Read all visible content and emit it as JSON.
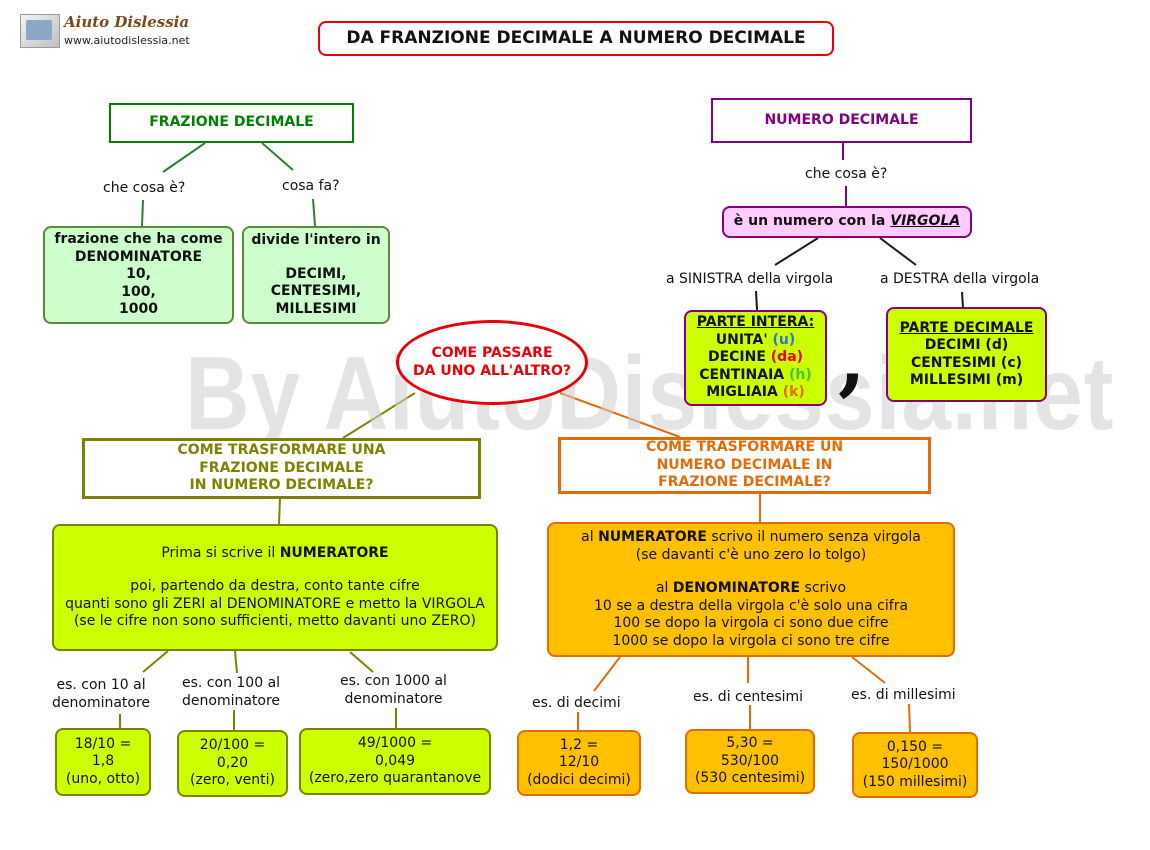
{
  "logo": {
    "name": "Aiuto Dislessia",
    "url": "www.aiutodislessia.net"
  },
  "title": "DA FRANZIONE DECIMALE A NUMERO DECIMALE",
  "watermark": "By AiutoDislessia.net",
  "frazione": {
    "header": "FRAZIONE DECIMALE",
    "q1": "che cosa è?",
    "q2": "cosa fa?",
    "box1": [
      "frazione che ha come",
      "DENOMINATORE",
      "10,",
      "100,",
      "1000"
    ],
    "box2": [
      "divide l'intero in",
      "",
      "DECIMI,",
      "CENTESIMI,",
      "MILLESIMI"
    ]
  },
  "numero": {
    "header": "NUMERO DECIMALE",
    "q": "che cosa è?",
    "def_prefix": "è un numero con la ",
    "def_word": "VIRGOLA",
    "left_label": "a SINISTRA della virgola",
    "right_label": "a DESTRA della virgola",
    "intera": {
      "title": "PARTE INTERA:",
      "rows": [
        {
          "name": "UNITA'",
          "abbr": "(u)",
          "color": "#2e75d6"
        },
        {
          "name": "DECINE",
          "abbr": "(da)",
          "color": "#e8000b"
        },
        {
          "name": "CENTINAIA",
          "abbr": "(h)",
          "color": "#3ec63e"
        },
        {
          "name": "MIGLIAIA",
          "abbr": "(k)",
          "color": "#e26b0a"
        }
      ]
    },
    "comma": ",",
    "decimale": {
      "title": "PARTE DECIMALE",
      "rows": [
        "DECIMI (d)",
        "CENTESIMI (c)",
        "MILLESIMI (m)"
      ]
    }
  },
  "come_passare": [
    "COME PASSARE",
    "DA UNO ALL'ALTRO?"
  ],
  "left_branch": {
    "header": [
      "COME TRASFORMARE UNA",
      "FRAZIONE DECIMALE",
      "IN NUMERO DECIMALE?"
    ],
    "explain": {
      "l1_prefix": "Prima si scrive il ",
      "l1_bold": "NUMERATORE",
      "l2": "poi, partendo da destra, conto tante cifre",
      "l3": "quanti sono gli ZERI al DENOMINATORE e metto la VIRGOLA",
      "l4": "(se le cifre non sono sufficienti, metto davanti uno ZERO)"
    },
    "examples": [
      {
        "label": [
          "es. con 10 al",
          "denominatore"
        ],
        "box": [
          "18/10 =",
          "1,8",
          "(uno, otto)"
        ]
      },
      {
        "label": [
          "es. con 100 al",
          "denominatore"
        ],
        "box": [
          "20/100 =",
          "0,20",
          "(zero, venti)"
        ]
      },
      {
        "label": [
          "es. con 1000 al",
          "denominatore"
        ],
        "box": [
          "49/1000 =",
          "0,049",
          "(zero,zero quarantanove"
        ]
      }
    ]
  },
  "right_branch": {
    "header": [
      "COME TRASFORMARE UN",
      "NUMERO DECIMALE IN",
      "FRAZIONE DECIMALE?"
    ],
    "explain": {
      "l1_prefix": "al ",
      "l1_bold": "NUMERATORE",
      "l1_suffix": " scrivo il numero senza virgola",
      "l2": "(se davanti c'è uno zero lo tolgo)",
      "l3_prefix": "al ",
      "l3_bold": "DENOMINATORE",
      "l3_suffix": " scrivo",
      "l4": "10 se a destra della virgola c'è solo una cifra",
      "l5": "100 se dopo la virgola ci sono due cifre",
      "l6": "1000 se dopo la virgola ci sono tre cifre"
    },
    "examples": [
      {
        "label": "es. di decimi",
        "box": [
          "1,2 =",
          "12/10",
          "(dodici decimi)"
        ]
      },
      {
        "label": "es. di centesimi",
        "box": [
          "5,30 =",
          "530/100",
          "(530 centesimi)"
        ]
      },
      {
        "label": "es. di millesimi",
        "box": [
          "0,150 =",
          "150/1000",
          "(150 millesimi)"
        ]
      }
    ]
  },
  "colors": {
    "title_border": "#e8000b",
    "frazione": "#008000",
    "numero": "#800080",
    "olive": "#808000",
    "orange": "#e26b0a",
    "pink_fill": "#ffccff"
  }
}
